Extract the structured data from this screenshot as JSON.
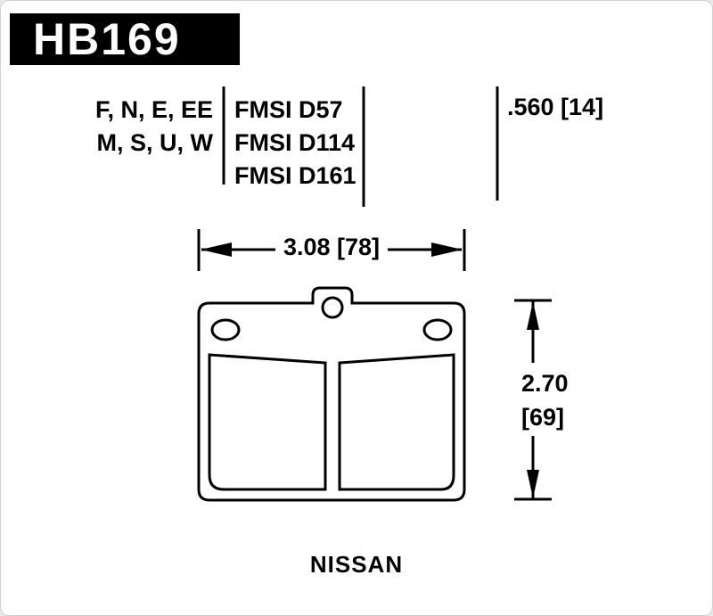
{
  "header": {
    "part_number": "HB169"
  },
  "specs": {
    "compound_rows": [
      "F, N, E, EE",
      "M, S, U, W"
    ],
    "fmsi_rows": [
      "FMSI D57",
      "FMSI D114",
      "FMSI D161"
    ],
    "pad_thickness": ".560 [14]"
  },
  "dimensions": {
    "width": "3.08 [78]",
    "height_in": "2.70",
    "height_mm": "[69]"
  },
  "footer": {
    "vehicle": "NISSAN"
  },
  "colors": {
    "ink": "#000000",
    "paper": "#ffffff",
    "bar_text": "#ffffff"
  }
}
